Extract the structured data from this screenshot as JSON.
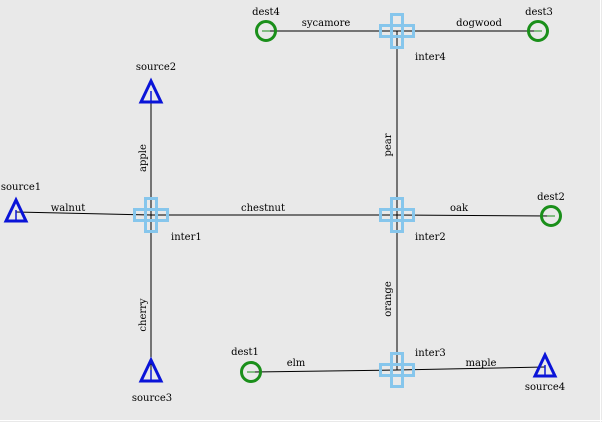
{
  "colors": {
    "background": "#e9e9e9",
    "road": "#000000",
    "source": "#0a14d8",
    "destination": "#1a8f1a",
    "intersection": "#86c6ec"
  },
  "nodes": {
    "source1": {
      "label": "source1",
      "kind": "source"
    },
    "source2": {
      "label": "source2",
      "kind": "source"
    },
    "source3": {
      "label": "source3",
      "kind": "source"
    },
    "source4": {
      "label": "source4",
      "kind": "source"
    },
    "dest1": {
      "label": "dest1",
      "kind": "destination"
    },
    "dest2": {
      "label": "dest2",
      "kind": "destination"
    },
    "dest3": {
      "label": "dest3",
      "kind": "destination"
    },
    "dest4": {
      "label": "dest4",
      "kind": "destination"
    },
    "inter1": {
      "label": "inter1",
      "kind": "intersection"
    },
    "inter2": {
      "label": "inter2",
      "kind": "intersection"
    },
    "inter3": {
      "label": "inter3",
      "kind": "intersection"
    },
    "inter4": {
      "label": "inter4",
      "kind": "intersection"
    }
  },
  "roads": [
    {
      "label": "walnut",
      "from": "source1",
      "to": "inter1"
    },
    {
      "label": "apple",
      "from": "source2",
      "to": "inter1"
    },
    {
      "label": "cherry",
      "from": "source3",
      "to": "inter1"
    },
    {
      "label": "chestnut",
      "from": "inter1",
      "to": "inter2"
    },
    {
      "label": "oak",
      "from": "inter2",
      "to": "dest2"
    },
    {
      "label": "pear",
      "from": "inter4",
      "to": "inter2"
    },
    {
      "label": "orange",
      "from": "inter2",
      "to": "inter3"
    },
    {
      "label": "elm",
      "from": "dest1",
      "to": "inter3"
    },
    {
      "label": "maple",
      "from": "inter3",
      "to": "source4"
    },
    {
      "label": "sycamore",
      "from": "dest4",
      "to": "inter4"
    },
    {
      "label": "dogwood",
      "from": "inter4",
      "to": "dest3"
    }
  ]
}
